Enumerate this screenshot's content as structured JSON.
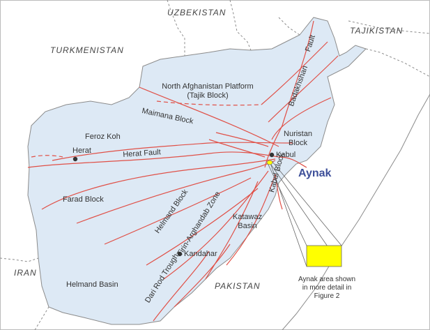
{
  "colors": {
    "land": "#dde9f5",
    "border": "#8b8b8b",
    "fault": "#e05047",
    "highlight": "#ffff00",
    "label": "#333333",
    "aynak": "#3d4f99"
  },
  "countries": {
    "uzbekistan": "UZBEKISTAN",
    "tajikistan": "TAJIKISTAN",
    "turkmenistan": "TURKMENISTAN",
    "iran": "IRAN",
    "pakistan": "PAKISTAN"
  },
  "regions": {
    "north_platform_1": "North Afghanistan Platform",
    "north_platform_2": "(Tajik Block)",
    "maimana": "Maimana Block",
    "feroz_koh": "Feroz Koh",
    "herat_fault": "Herat Fault",
    "nuristan_1": "Nuristan",
    "nuristan_2": "Block",
    "farad": "Farad Block",
    "helmand_block": "Helmand Block",
    "tirin": "Tirin-Arghandab Zone",
    "kabul_block": "Kabul Block",
    "katawaz_1": "Katawaz",
    "katawaz_2": "Basin",
    "helmand_basin": "Helmand Basin",
    "dari_rod": "Dari Rod Trough",
    "badakhshan": "Badakhshan",
    "fault": "Fault"
  },
  "cities": {
    "herat": "Herat",
    "kabul": "Kabul",
    "kandahar": "Kandahar"
  },
  "callout": {
    "title": "Aynak",
    "note_1": "Aynak area shown",
    "note_2": "in more detail in",
    "note_3": "Figure 2"
  }
}
